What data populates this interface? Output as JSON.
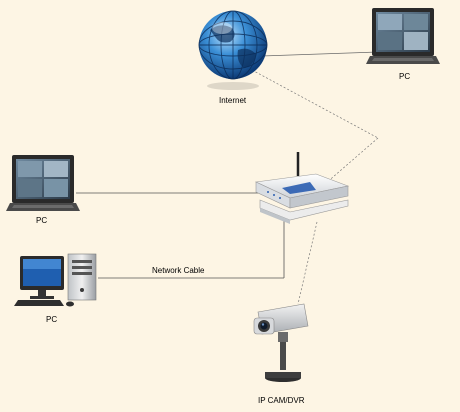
{
  "labels": {
    "internet": "Internet",
    "pc_top": "PC",
    "pc_left": "PC",
    "pc_desktop": "PC",
    "network_cable": "Network Cable",
    "ipcam": "IP CAM/DVR"
  },
  "colors": {
    "background": "#fdf5e4",
    "cable": "#555555",
    "router_accent": "#2a5db0",
    "globe": "#1f6fb5"
  },
  "icons": {
    "internet": "globe-icon",
    "pc_top": "laptop-icon",
    "pc_left": "laptop-icon",
    "pc_desktop": "desktop-pc-icon",
    "router": "wireless-router-icon",
    "ipcam": "ip-camera-icon"
  }
}
